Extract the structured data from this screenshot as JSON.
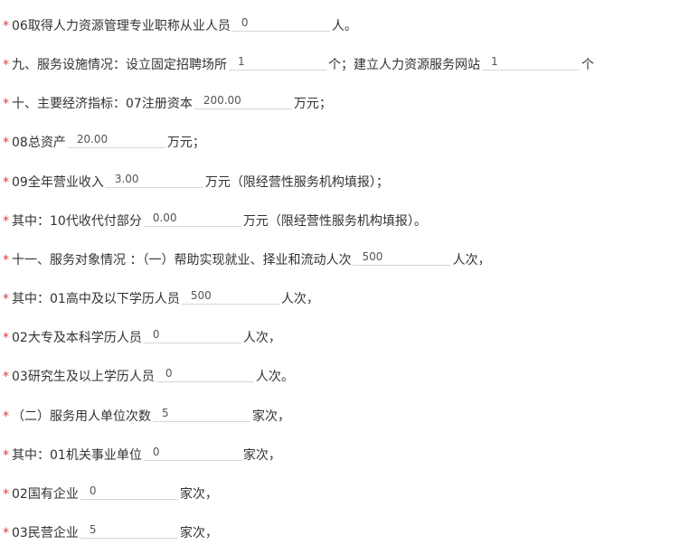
{
  "rows": [
    {
      "label": "06取得人力资源管理专业职称从业人员",
      "value": "0",
      "unit": "人。"
    },
    {
      "label": "九、服务设施情况：设立固定招聘场所",
      "value": "1",
      "unit": "个；建立人力资源服务网站",
      "value2": "1",
      "unit2": "个"
    },
    {
      "label": "十、主要经济指标：07注册资本",
      "value": "200.00",
      "unit": "万元；"
    },
    {
      "label": "08总资产",
      "value": "20.00",
      "unit": "万元；"
    },
    {
      "label": "09全年营业收入",
      "value": "3.00",
      "unit": "万元（限经营性服务机构填报）；"
    },
    {
      "label": "其中：10代收代付部分",
      "value": "0.00",
      "unit": "万元（限经营性服务机构填报）。"
    },
    {
      "label": "十一、服务对象情况 ：（一）帮助实现就业、择业和流动人次",
      "value": "500",
      "unit": "人次，"
    },
    {
      "label": "其中：01高中及以下学历人员",
      "value": "500",
      "unit": "人次，"
    },
    {
      "label": "02大专及本科学历人员",
      "value": "0",
      "unit": "人次，"
    },
    {
      "label": "03研究生及以上学历人员",
      "value": "0",
      "unit": "人次。"
    },
    {
      "label": "（二）服务用人单位次数",
      "value": "5",
      "unit": "家次，"
    },
    {
      "label": "其中：01机关事业单位",
      "value": "0",
      "unit": "家次，"
    },
    {
      "label": "02国有企业",
      "value": "0",
      "unit": "家次，"
    },
    {
      "label": "03民营企业",
      "value": "5",
      "unit": "家次，"
    }
  ],
  "required_mark": "*"
}
